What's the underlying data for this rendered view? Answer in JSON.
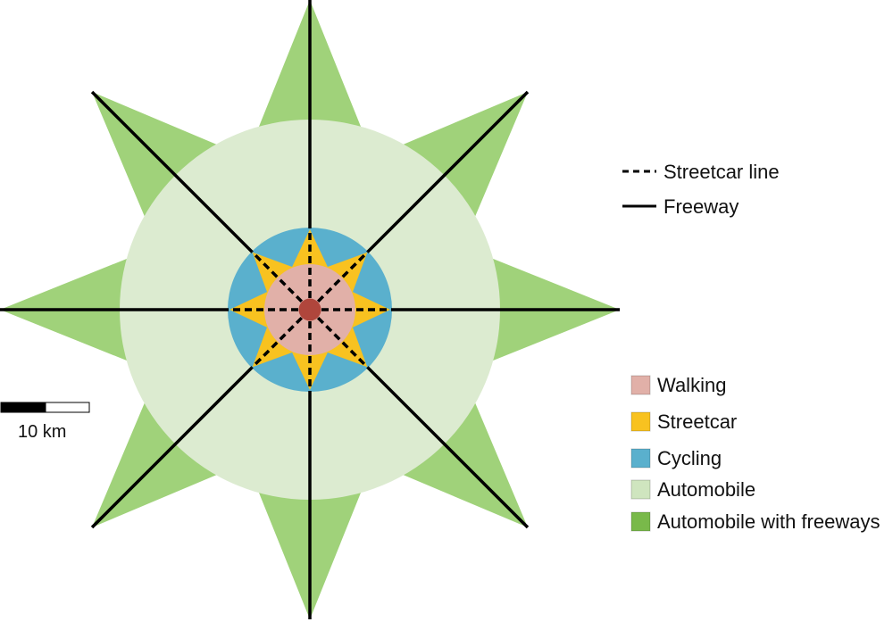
{
  "legend_lines": [
    {
      "label": "Streetcar line",
      "style": "dashed"
    },
    {
      "label": "Freeway",
      "style": "solid"
    }
  ],
  "legend_areas": [
    {
      "label": "Walking",
      "color": "#e1b0a8"
    },
    {
      "label": "Streetcar",
      "color": "#f8c220"
    },
    {
      "label": "Cycling",
      "color": "#5ab0cd"
    },
    {
      "label": "Automobile",
      "color": "#cfe5bf"
    },
    {
      "label": "Automobile with freeways",
      "color": "#79b94a"
    }
  ],
  "scale_bar": {
    "label": "10 km"
  },
  "colors": {
    "freeway_star": "#a0d27a",
    "automobile_circle": "#dcebd0",
    "cycling_circle": "#5ab0cd",
    "streetcar_star": "#f8c220",
    "walking_circle": "#e1b0a8",
    "center": "#b0463c"
  }
}
